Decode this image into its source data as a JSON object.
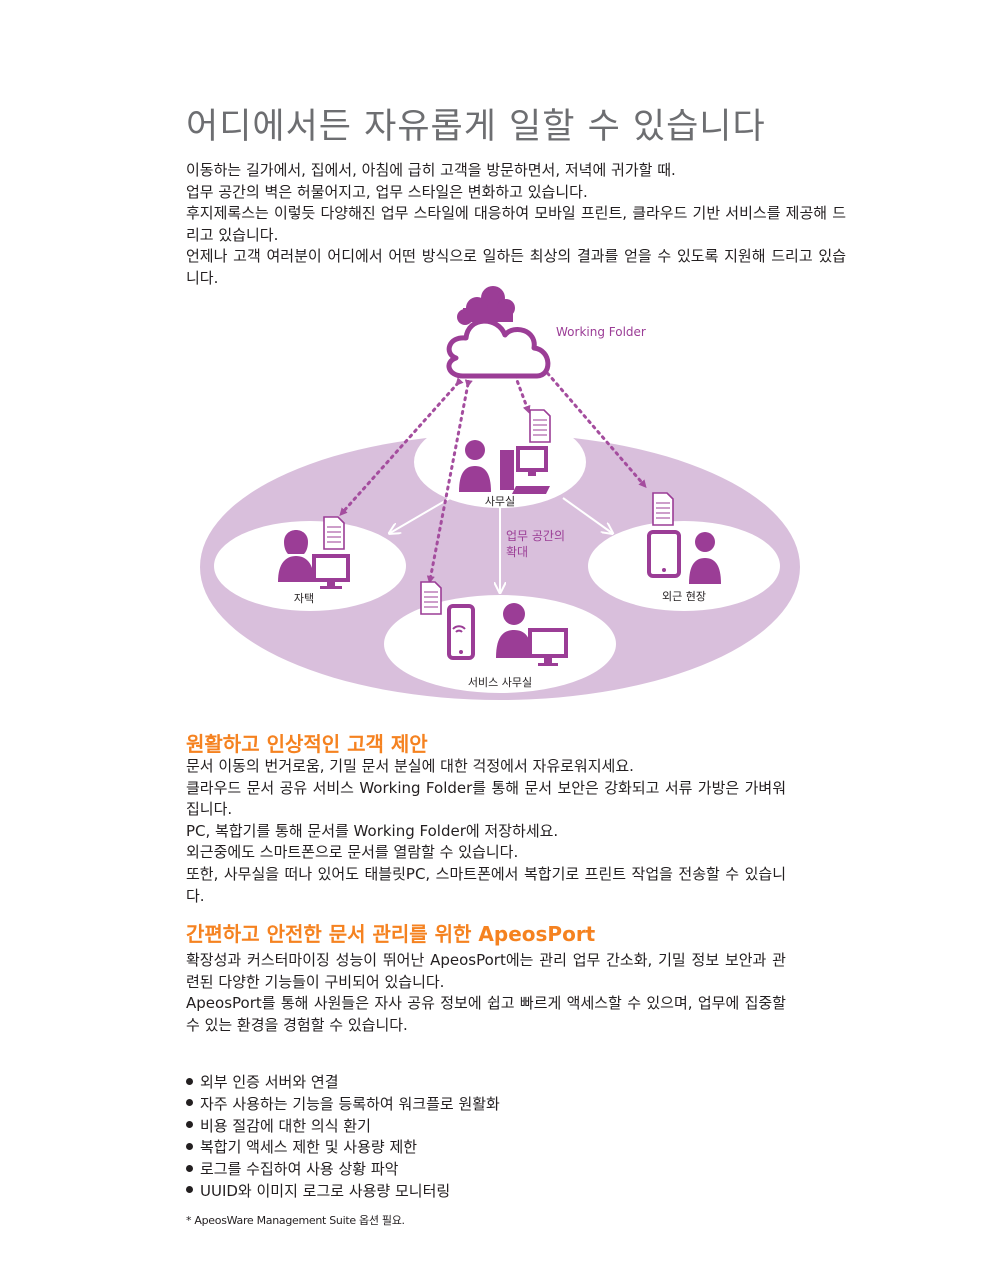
{
  "title": "어디에서든 자유롭게 일할 수 있습니다",
  "intro": [
    "이동하는 길가에서, 집에서, 아침에 급히 고객을 방문하면서, 저녁에 귀가할 때.",
    "업무 공간의 벽은 허물어지고, 업무 스타일은 변화하고 있습니다.",
    "후지제록스는 이렇듯 다양해진 업무 스타일에 대응하여 모바일 프린트, 클라우드 기반 서비스를 제공해 드리고 있습니다.",
    "언제나 고객 여러분이 어디에서 어떤 방식으로 일하든 최상의 결과를 얻을 수 있도록 지원해 드리고 있습니다."
  ],
  "diagram": {
    "cloud_label": "Working Folder",
    "center_label_line1": "업무 공간의",
    "center_label_line2": "확대",
    "nodes": {
      "office": "사무실",
      "home": "자택",
      "field": "외근 현장",
      "service": "서비스 사무실"
    },
    "colors": {
      "purple": "#9b3d96",
      "light_purple": "#d9bfdc",
      "arrow": "#a44d9e"
    }
  },
  "section1": {
    "heading": "원활하고 인상적인 고객 제안",
    "paragraphs": [
      "문서 이동의 번거로움, 기밀 문서 분실에 대한 걱정에서 자유로워지세요.",
      "클라우드 문서 공유 서비스 Working Folder를 통해 문서 보안은 강화되고 서류 가방은 가벼워집니다.",
      "PC, 복합기를 통해 문서를 Working Folder에 저장하세요.",
      "외근중에도 스마트폰으로 문서를 열람할 수 있습니다.",
      "또한, 사무실을 떠나 있어도 태블릿PC, 스마트폰에서 복합기로 프린트 작업을 전송할 수 있습니다."
    ]
  },
  "section2": {
    "heading": "간편하고 안전한 문서 관리를 위한 ApeosPort",
    "paragraphs": [
      "확장성과 커스터마이징 성능이 뛰어난 ApeosPort에는 관리 업무 간소화, 기밀 정보 보안과 관련된 다양한 기능들이 구비되어 있습니다.",
      "ApeosPort를 통해 사원들은 자사 공유 정보에 쉽고 빠르게 액세스할 수 있으며, 업무에 집중할 수 있는 환경을 경험할 수 있습니다."
    ]
  },
  "bullets": [
    "외부 인증 서버와 연결",
    "자주 사용하는 기능을 등록하여 워크플로 원활화",
    "비용 절감에 대한 의식 환기",
    "복합기 액세스 제한 및 사용량 제한",
    "로그를 수집하여 사용 상황 파악",
    "UUID와 이미지 로그로 사용량 모니터링"
  ],
  "footnote": "* ApeosWare Management Suite 옵션 필요.",
  "theme": {
    "accent": "#f58220",
    "title_gray": "#6d6e71",
    "text": "#231f20"
  }
}
